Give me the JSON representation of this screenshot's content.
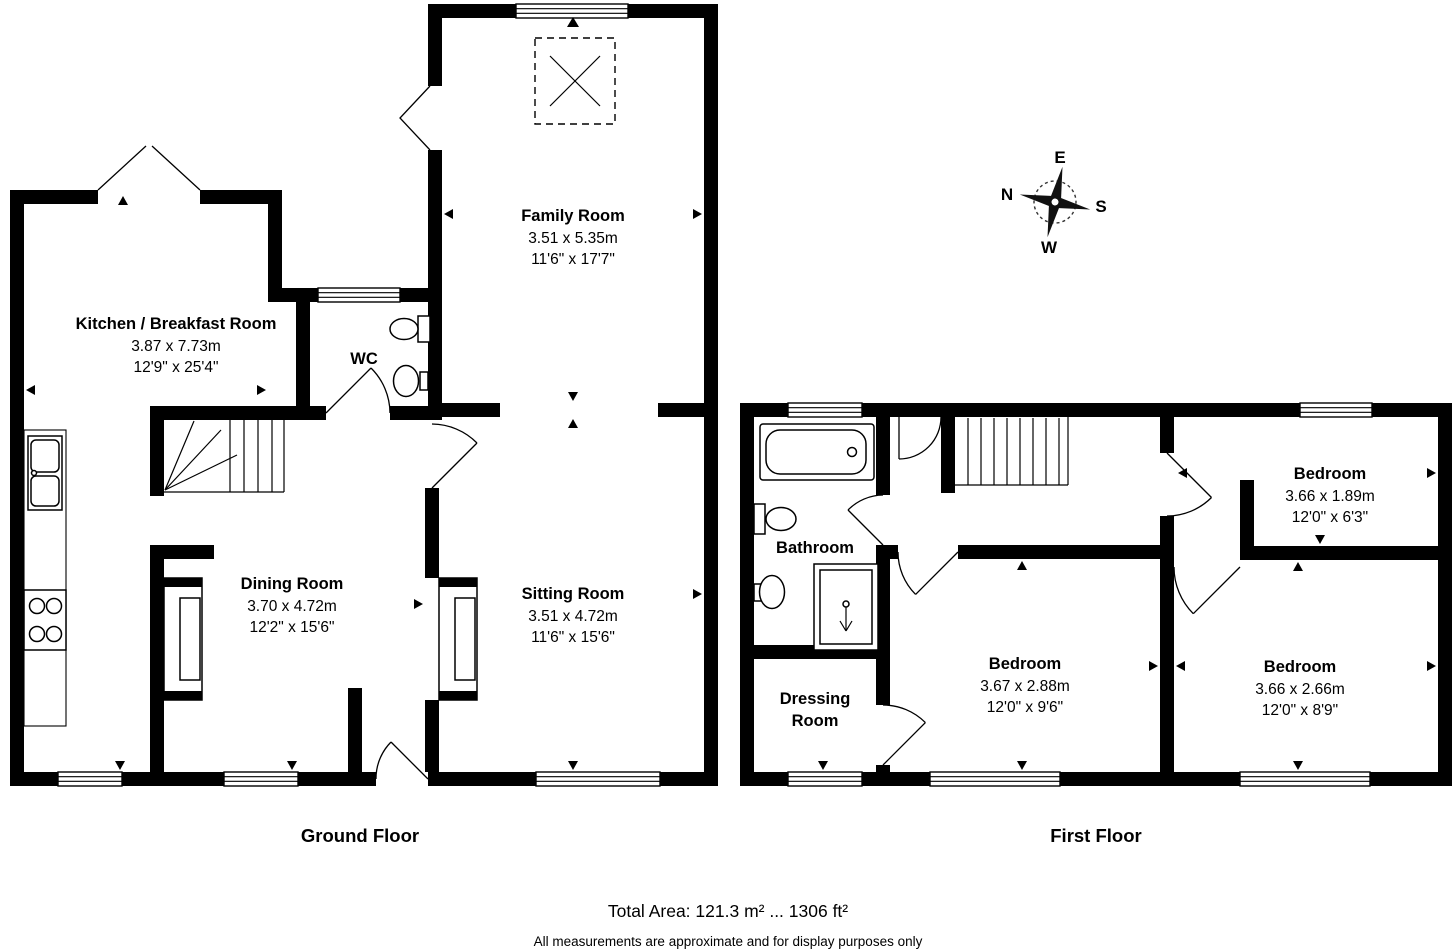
{
  "ground": {
    "label": "Ground Floor",
    "kitchen": {
      "name": "Kitchen / Breakfast Room",
      "metric": "3.87 x 7.73m",
      "imperial": "12'9\" x 25'4\""
    },
    "wc": {
      "name": "WC"
    },
    "family": {
      "name": "Family Room",
      "metric": "3.51 x 5.35m",
      "imperial": "11'6\" x 17'7\""
    },
    "dining": {
      "name": "Dining Room",
      "metric": "3.70 x 4.72m",
      "imperial": "12'2\" x 15'6\""
    },
    "sitting": {
      "name": "Sitting Room",
      "metric": "3.51 x 4.72m",
      "imperial": "11'6\" x 15'6\""
    }
  },
  "first": {
    "label": "First Floor",
    "bathroom": {
      "name": "Bathroom"
    },
    "bedroom_top": {
      "name": "Bedroom",
      "metric": "3.66 x 1.89m",
      "imperial": "12'0\" x 6'3\""
    },
    "bedroom_center": {
      "name": "Bedroom",
      "metric": "3.67 x 2.88m",
      "imperial": "12'0\" x 9'6\""
    },
    "bedroom_right": {
      "name": "Bedroom",
      "metric": "3.66 x 2.66m",
      "imperial": "12'0\" x 8'9\""
    },
    "dressing": {
      "line1": "Dressing",
      "line2": "Room"
    }
  },
  "compass": {
    "n": "N",
    "e": "E",
    "s": "S",
    "w": "W"
  },
  "footer": {
    "total_area": "Total Area: 121.3 m² ... 1306 ft²",
    "disclaimer": "All measurements are approximate and for display purposes only"
  },
  "colors": {
    "wall": "#000000",
    "background": "#ffffff"
  }
}
